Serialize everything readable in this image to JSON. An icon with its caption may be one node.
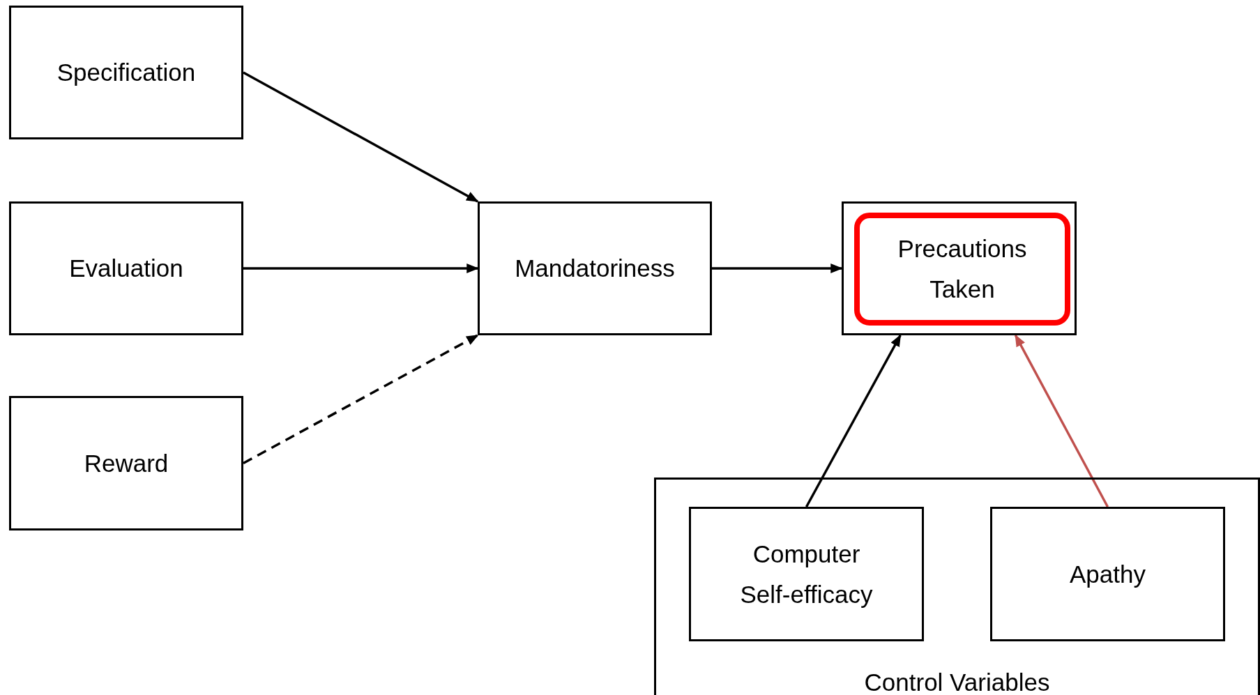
{
  "diagram": {
    "nodes": [
      {
        "text": [
          "Specification"
        ]
      },
      {
        "text": [
          "Evaluation"
        ]
      },
      {
        "text": [
          "Reward"
        ]
      },
      {
        "text": [
          "Mandatoriness"
        ]
      },
      {
        "text": [],
        "shape": "box"
      },
      {
        "text": [
          "Precautions Taken"
        ],
        "in": 4
      },
      {
        "text": [
          "Control Variables"
        ]
      },
      {
        "text": [
          "Computer Self-efficacy"
        ],
        "in": 6
      },
      {
        "text": [
          "Apathy"
        ],
        "in": 6
      }
    ],
    "edges": [
      {
        "from": 0,
        "to": 3,
        "arrow": "to"
      },
      {
        "from": 1,
        "to": 3,
        "arrow": "to"
      },
      {
        "from": 2,
        "to": 3,
        "arrow": "to",
        "style": "dashed"
      },
      {
        "from": 3,
        "to": 4,
        "arrow": "to"
      },
      {
        "from": 7,
        "to": 4,
        "arrow": "to"
      },
      {
        "from": 8,
        "to": 4,
        "arrow": "to",
        "color": "#c0504d"
      }
    ]
  }
}
